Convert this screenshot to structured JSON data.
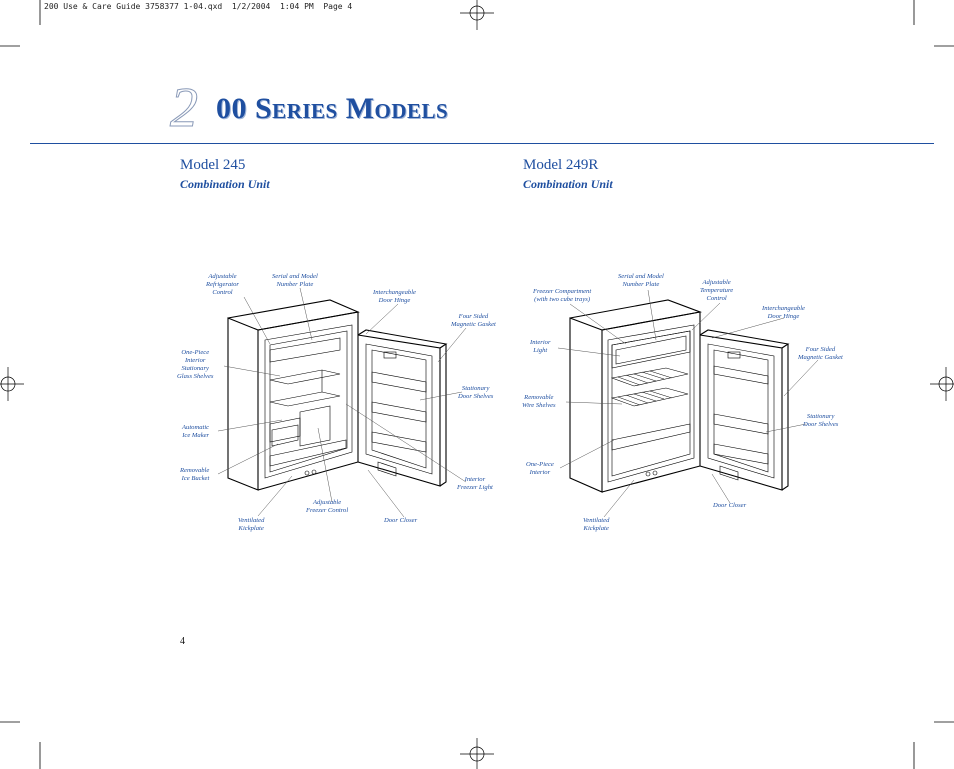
{
  "slug_line": "200 Use & Care Guide 3758377 1-04.qxd  1/2/2004  1:04 PM  Page 4",
  "header": {
    "chapter_number": "2",
    "title": "00 Series Models"
  },
  "left_model": {
    "name": "Model 245",
    "subtitle": "Combination Unit",
    "labels": {
      "adjustable_refrigerator_control": "Adjustable\nRefrigerator\nControl",
      "serial_plate": "Serial and Model\nNumber Plate",
      "door_hinge": "Interchangeable\nDoor Hinge",
      "magnetic_gasket": "Four Sided\nMagnetic Gasket",
      "glass_shelves": "One-Piece\nInterior\nStationary\nGlass Shelves",
      "door_shelves": "Stationary\nDoor Shelves",
      "ice_maker": "Automatic\nIce Maker",
      "ice_bucket": "Removable\nIce Bucket",
      "freezer_light": "Interior\nFreezer Light",
      "freezer_control": "Adjustable\nFreezer Control",
      "kickplate": "Ventilated\nKickplate",
      "door_closer": "Door Closer"
    }
  },
  "right_model": {
    "name": "Model 249R",
    "subtitle": "Combination Unit",
    "labels": {
      "freezer_compartment": "Freezer Compartment\n(with two cube trays)",
      "serial_plate": "Serial and Model\nNumber Plate",
      "temperature_control": "Adjustable\nTemperature\nControl",
      "door_hinge": "Interchangeable\nDoor Hinge",
      "interior_light": "Interior\nLight",
      "magnetic_gasket": "Four Sided\nMagnetic Gasket",
      "wire_shelves": "Removable\nWire Shelves",
      "door_shelves": "Stationary\nDoor Shelves",
      "one_piece_interior": "One-Piece\nInterior",
      "door_closer": "Door Closer",
      "kickplate": "Ventilated\nKickplate"
    }
  },
  "page_number": "4"
}
